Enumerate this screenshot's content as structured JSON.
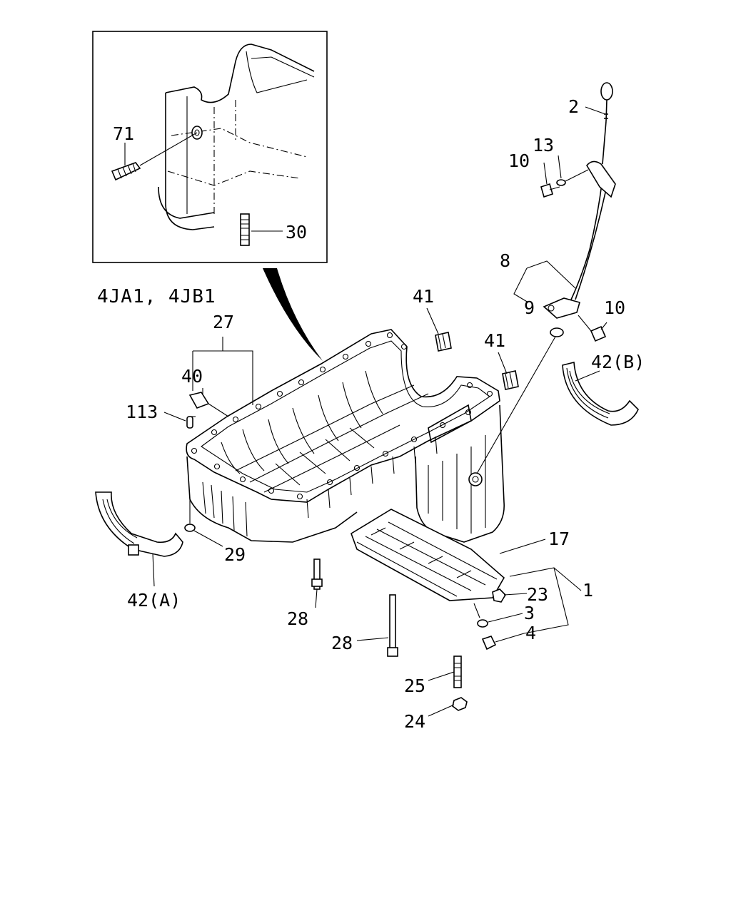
{
  "model_label": "4JA1, 4JB1",
  "inset": {
    "labels": {
      "stud_71": "71",
      "stud_30": "30"
    }
  },
  "callouts": {
    "p2": "2",
    "p13": "13",
    "p10_top": "10",
    "p8": "8",
    "p9": "9",
    "p10_right": "10",
    "p41_a": "41",
    "p41_b": "41",
    "p42b": "42(B)",
    "p27": "27",
    "p40": "40",
    "p113": "113",
    "p29": "29",
    "p42a": "42(A)",
    "p17": "17",
    "p1": "1",
    "p23": "23",
    "p3": "3",
    "p4": "4",
    "p28_a": "28",
    "p28_b": "28",
    "p25": "25",
    "p24": "24"
  },
  "line_color": "#000000",
  "background": "#ffffff"
}
